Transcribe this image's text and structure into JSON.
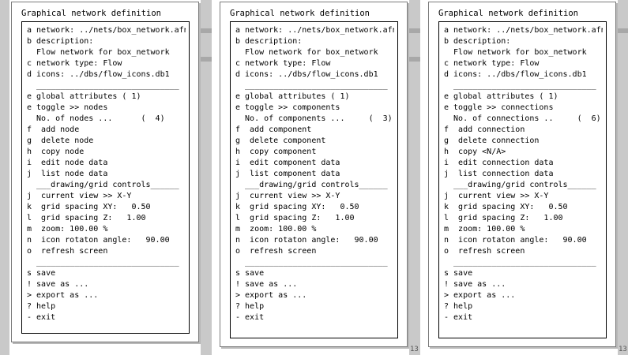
{
  "panels": [
    {
      "title": "Graphical network definition",
      "lines": [
        "a network: ../nets/box_network.afn",
        "b description:",
        "  Flow network for box_network",
        "c network type: Flow",
        "d icons: ../dbs/flow_icons.db1",
        "  ______________________________",
        "e global attributes ( 1)",
        "e toggle >> nodes",
        "  No. of nodes ...      (  4)",
        "f  add node",
        "g  delete node",
        "h  copy node",
        "i  edit node data",
        "j  list node data",
        "  ___drawing/grid controls______",
        "j  current view >> X-Y",
        "k  grid spacing XY:   0.50",
        "l  grid spacing Z:   1.00",
        "m  zoom: 100.00 %",
        "n  icon rotaton angle:   90.00",
        "o  refresh screen",
        "  ______________________________",
        "s save",
        "! save as ...",
        "> export as ...",
        "? help",
        "- exit"
      ]
    },
    {
      "title": "Graphical network definition",
      "lines": [
        "a network: ../nets/box_network.afn",
        "b description:",
        "  Flow network for box_network",
        "c network type: Flow",
        "d icons: ../dbs/flow_icons.db1",
        "  ______________________________",
        "e global attributes ( 1)",
        "e toggle >> components",
        "  No. of components ...     (  3)",
        "f  add component",
        "g  delete component",
        "h  copy component",
        "i  edit component data",
        "j  list component data",
        "  ___drawing/grid controls______",
        "j  current view >> X-Y",
        "k  grid spacing XY:   0.50",
        "l  grid spacing Z:   1.00",
        "m  zoom: 100.00 %",
        "n  icon rotaton angle:   90.00",
        "o  refresh screen",
        "  ______________________________",
        "s save",
        "! save as ...",
        "> export as ...",
        "? help",
        "- exit"
      ]
    },
    {
      "title": "Graphical network definition",
      "lines": [
        "a network: ../nets/box_network.afn",
        "b description:",
        "  Flow network for box_network",
        "c network type: Flow",
        "d icons: ../dbs/flow_icons.db1",
        "  ______________________________",
        "e global attributes ( 1)",
        "e toggle >> connections",
        "  No. of connections ..     (  6)",
        "f  add connection",
        "g  delete connection",
        "h  copy <N/A>",
        "i  edit connection data",
        "j  list connection data",
        "  ___drawing/grid controls______",
        "j  current view >> X-Y",
        "k  grid spacing XY:   0.50",
        "l  grid spacing Z:   1.00",
        "m  zoom: 100.00 %",
        "n  icon rotaton angle:   90.00",
        "o  refresh screen",
        "  ______________________________",
        "s save",
        "! save as ...",
        "> export as ...",
        "? help",
        "- exit"
      ]
    }
  ],
  "scroll_marks": [
    "13",
    "13"
  ]
}
